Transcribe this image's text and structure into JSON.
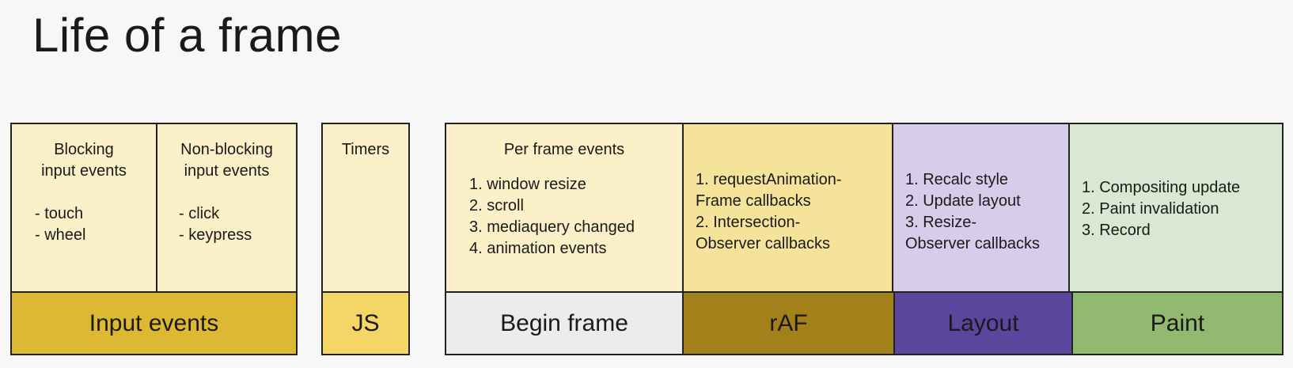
{
  "title": "Life of a frame",
  "groups": {
    "input": {
      "blocking": {
        "heading": [
          "Blocking",
          "input events"
        ],
        "items": [
          "- touch",
          "- wheel"
        ]
      },
      "nonblocking": {
        "heading": [
          "Non-blocking",
          "input events"
        ],
        "items": [
          "- click",
          "- keypress"
        ]
      },
      "label": "Input events"
    },
    "js": {
      "heading": "Timers",
      "label": "JS"
    },
    "begin": {
      "heading": "Per frame events",
      "items": [
        "1. window resize",
        "2. scroll",
        "3. mediaquery changed",
        "4. animation events"
      ],
      "label": "Begin frame"
    },
    "raf": {
      "items": [
        "1. requestAnimation-",
        "Frame callbacks",
        "2. Intersection-",
        "Observer callbacks"
      ],
      "label": "rAF"
    },
    "layout": {
      "items": [
        "1. Recalc style",
        "2. Update layout",
        "3. Resize-",
        "Observer callbacks"
      ],
      "label": "Layout"
    },
    "paint": {
      "items": [
        "1. Compositing update",
        "2. Paint invalidation",
        "3. Record"
      ],
      "label": "Paint"
    }
  },
  "colors": {
    "input_top": "#fbf0c8",
    "input_label": "#ddb832",
    "js_label": "#f3d666",
    "begin_label": "#ececec",
    "raf_top": "#f6e39a",
    "raf_label": "#a2811a",
    "layout_top": "#d6cdea",
    "layout_label": "#5b469d",
    "paint_top": "#d8e8d2",
    "paint_label": "#91b96f"
  }
}
